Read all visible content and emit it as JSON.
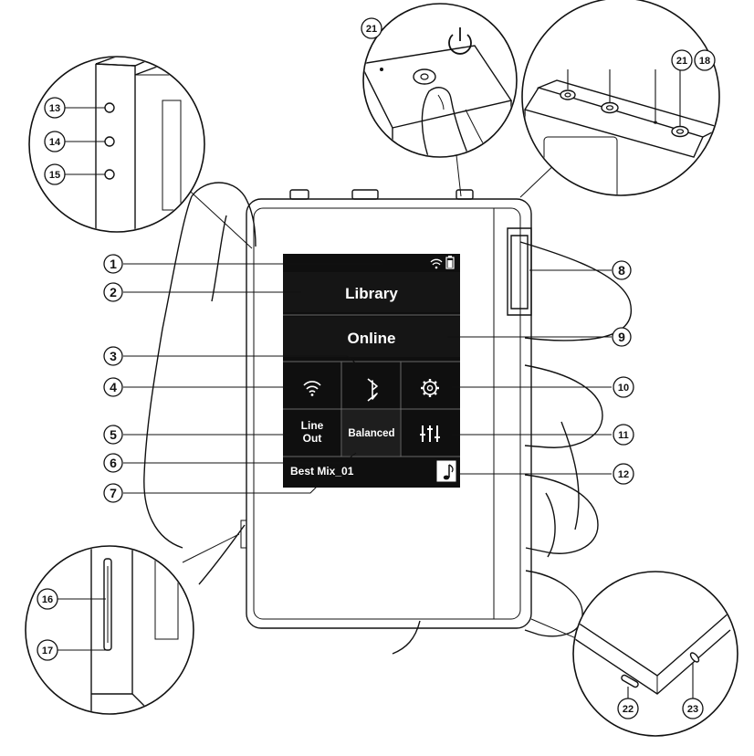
{
  "screen": {
    "menu_library": "Library",
    "menu_online": "Online",
    "btn_line_out_1": "Line",
    "btn_line_out_2": "Out",
    "btn_balanced": "Balanced",
    "now_playing": "Best Mix_01",
    "icons": [
      "wifi-icon",
      "bluetooth-icon",
      "settings-gear-icon",
      "equalizer-icon",
      "music-note-icon",
      "battery-icon",
      "power-icon"
    ]
  },
  "callouts": {
    "c1": "1",
    "c2": "2",
    "c3": "3",
    "c4": "4",
    "c5": "5",
    "c6": "6",
    "c7": "7",
    "c8": "8",
    "c9": "9",
    "c10": "10",
    "c11": "11",
    "c12": "12",
    "c13": "13",
    "c14": "14",
    "c15": "15",
    "c16": "16",
    "c17": "17",
    "c18": "18",
    "c21a": "21",
    "c21b": "21",
    "c22": "22",
    "c23": "23"
  }
}
